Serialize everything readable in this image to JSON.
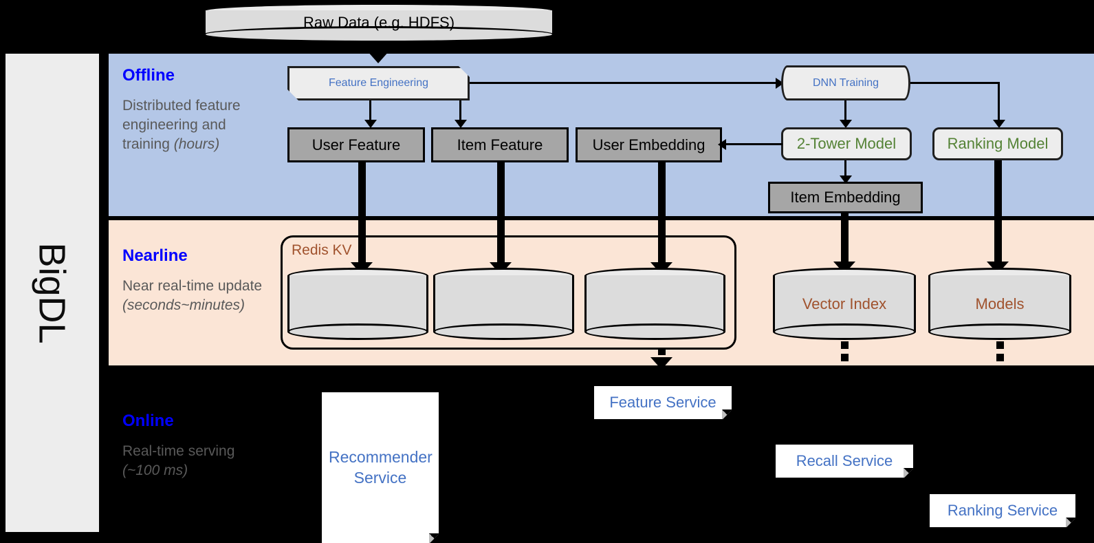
{
  "platform": {
    "name": "BigDL"
  },
  "bands": [
    {
      "id": "offline",
      "title": "Offline",
      "desc_line1": "Distributed feature engineering and training ",
      "desc_emph": "(hours)"
    },
    {
      "id": "nearline",
      "title": "Nearline",
      "desc_line1": "Near real-time update ",
      "desc_emph": "(seconds~minutes)"
    },
    {
      "id": "online",
      "title": "Online",
      "desc_line1": "Real-time serving ",
      "desc_emph": "(~100 ms)"
    }
  ],
  "source": {
    "label": "Raw Data (e.g. HDFS)"
  },
  "offline": {
    "feature_engineering": "Feature Engineering",
    "dnn_training": "DNN Training",
    "user_feature": "User Feature",
    "item_feature": "Item Feature",
    "user_embedding": "User Embedding",
    "item_embedding": "Item Embedding",
    "two_tower_model": "2-Tower Model",
    "ranking_model": "Ranking Model"
  },
  "nearline": {
    "redis_kv": "Redis KV",
    "stores": [
      "",
      "",
      ""
    ],
    "vector_index": "Vector Index",
    "models": "Models"
  },
  "online": {
    "recommender_service": "Recommender Service",
    "feature_service": "Feature Service",
    "recall_service": "Recall Service",
    "ranking_service": "Ranking Service"
  },
  "colors": {
    "offline_band": "#b4c7e7",
    "nearline_band": "#fbe5d6",
    "online_band": "#000000",
    "band_title": "#0000ff",
    "band_desc": "#595959",
    "blue_text": "#4472c4",
    "green_text": "#548235",
    "brown_text": "#a0522d",
    "gray_box": "#a6a6a6",
    "light_box": "#ededed",
    "sidebar": "#ededed"
  }
}
